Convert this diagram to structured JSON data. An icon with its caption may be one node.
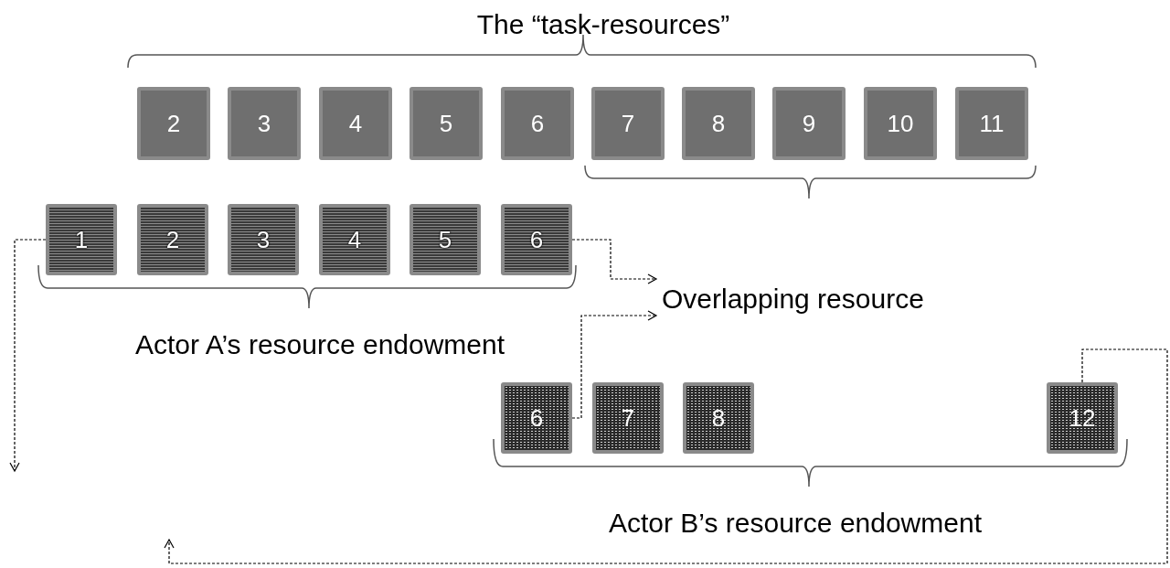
{
  "diagram": {
    "nodes": [
      {
        "text": [
          "2"
        ]
      },
      {
        "text": [
          "3"
        ]
      },
      {
        "text": [
          "4"
        ]
      },
      {
        "text": [
          "5"
        ]
      },
      {
        "text": [
          "6"
        ]
      },
      {
        "text": [
          "7"
        ]
      },
      {
        "text": [
          "8"
        ]
      },
      {
        "text": [
          "9"
        ]
      },
      {
        "text": [
          "10"
        ]
      },
      {
        "text": [
          "11"
        ]
      },
      {
        "text": [
          "1"
        ]
      },
      {
        "text": [
          "2"
        ]
      },
      {
        "text": [
          "3"
        ]
      },
      {
        "text": [
          "4"
        ]
      },
      {
        "text": [
          "5"
        ]
      },
      {
        "text": [
          "6"
        ]
      },
      {
        "text": [
          "Overlapping resource"
        ]
      },
      {
        "text": [
          "6"
        ]
      },
      {
        "text": [
          "7"
        ]
      },
      {
        "text": [
          "8"
        ]
      },
      {
        "text": [
          "12"
        ]
      }
    ],
    "edges": [
      {
        "from": 10,
        "to": null,
        "arrow": "to",
        "style": "dashed"
      },
      {
        "from": 15,
        "to": 16,
        "arrow": "to",
        "style": "dashed"
      },
      {
        "from": 17,
        "to": 16,
        "arrow": "to",
        "style": "dashed"
      },
      {
        "from": 20,
        "to": null,
        "arrow": "to",
        "style": "dashed"
      }
    ],
    "labels": [
      "The “task-resources”",
      "Actor A’s resource endowment",
      "Actor B’s resource endowment"
    ]
  }
}
